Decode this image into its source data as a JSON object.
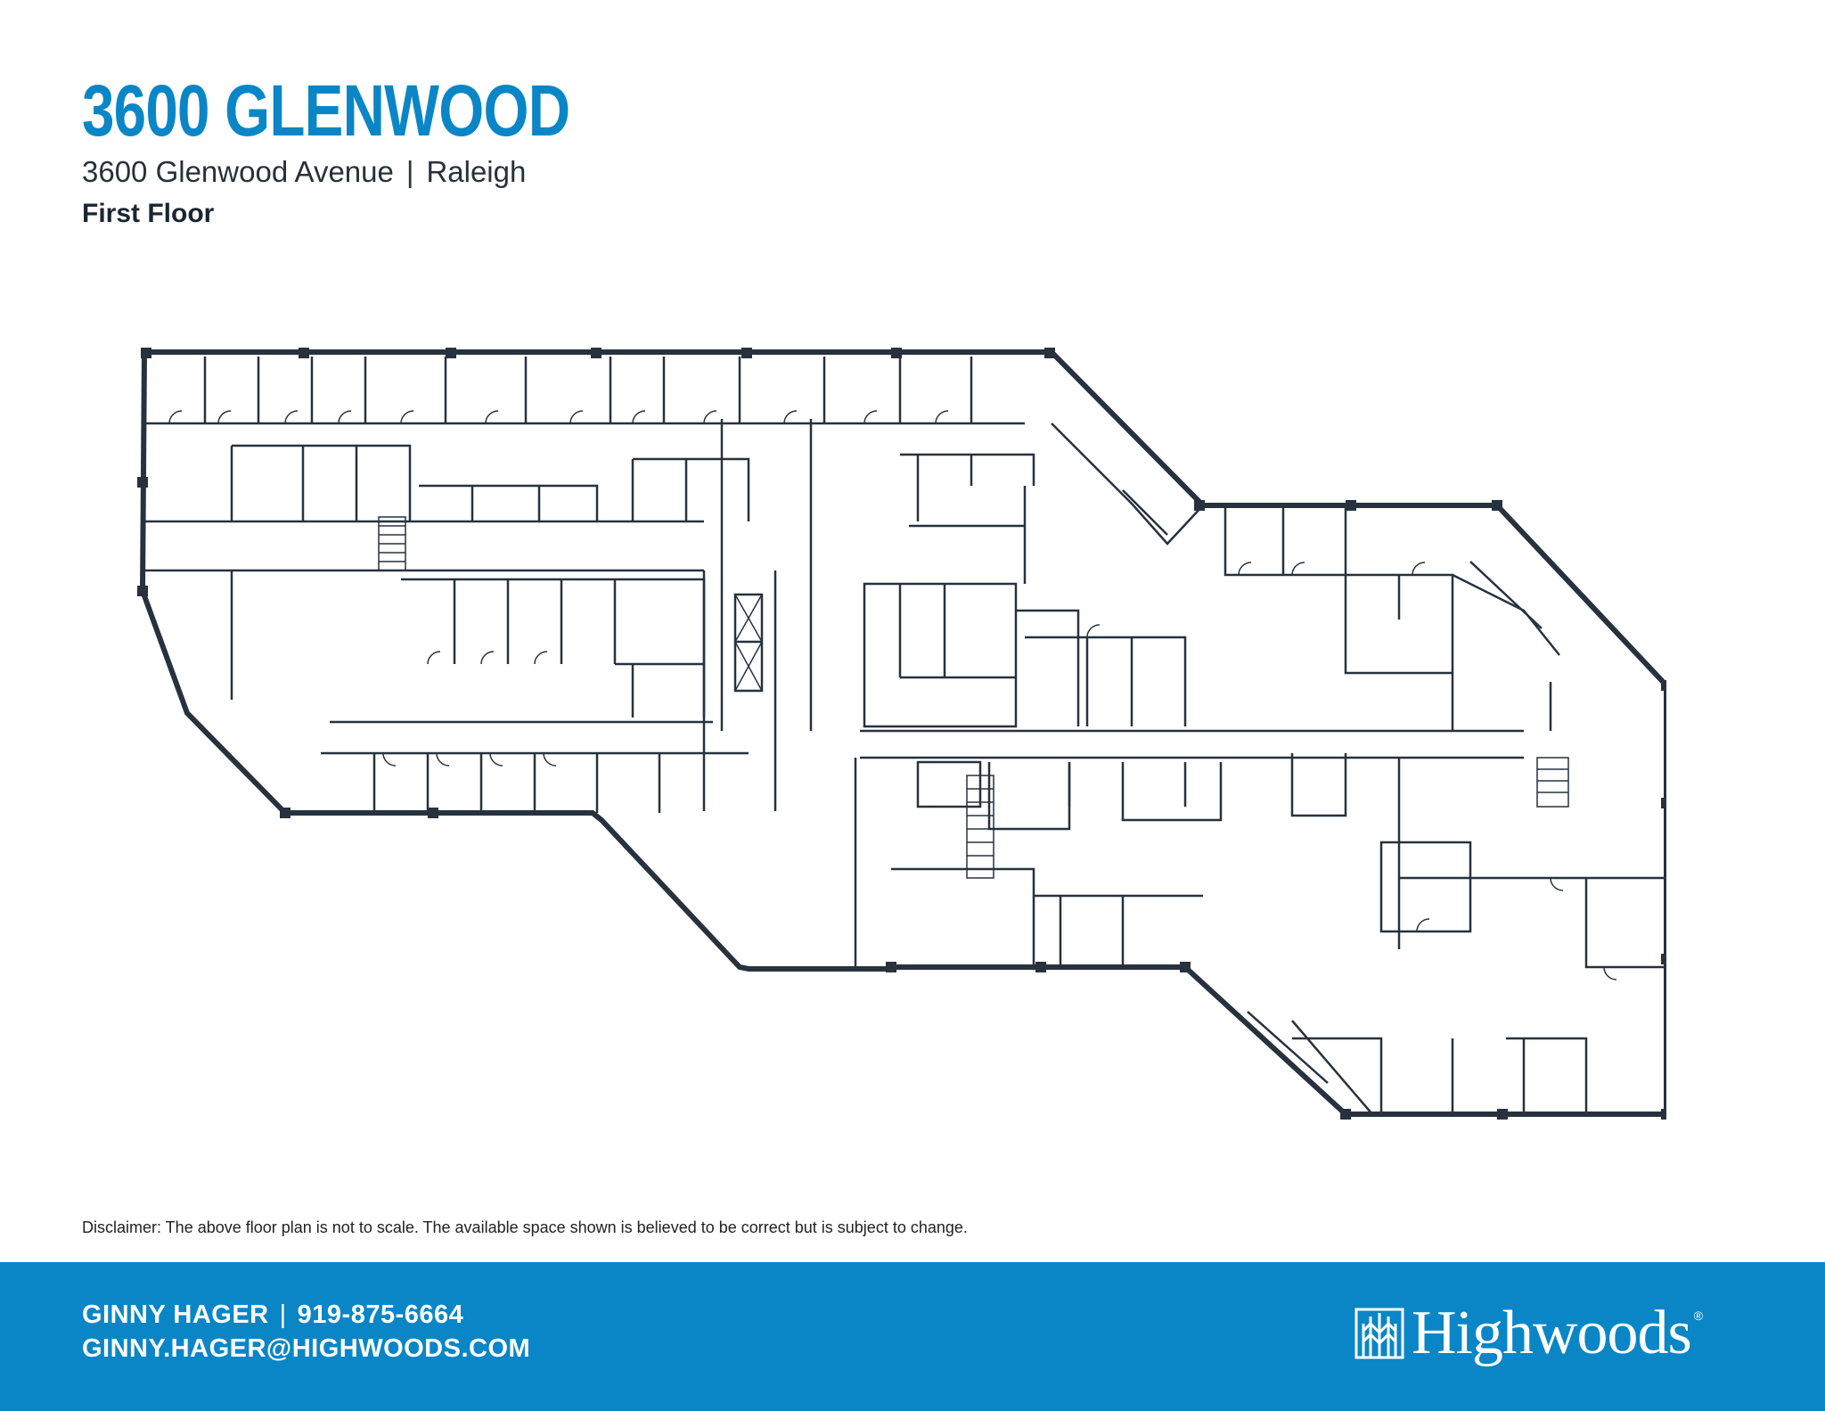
{
  "header": {
    "title": "3600 GLENWOOD",
    "address_street": "3600 Glenwood Avenue",
    "address_separator": "|",
    "address_city": "Raleigh",
    "floor": "First Floor"
  },
  "floor_plan": {
    "line_color": "#27323e"
  },
  "disclaimer": "Disclaimer: The above floor plan is not to scale. The available space shown is believed to be correct but is subject to change.",
  "footer": {
    "background_color": "#0a86c6",
    "contact_name": "GINNY HAGER",
    "contact_separator": "|",
    "contact_phone": "919-875-6664",
    "contact_email": "GINNY.HAGER@HIGHWOODS.COM",
    "logo_text": "Highwoods",
    "logo_registered": "®"
  }
}
